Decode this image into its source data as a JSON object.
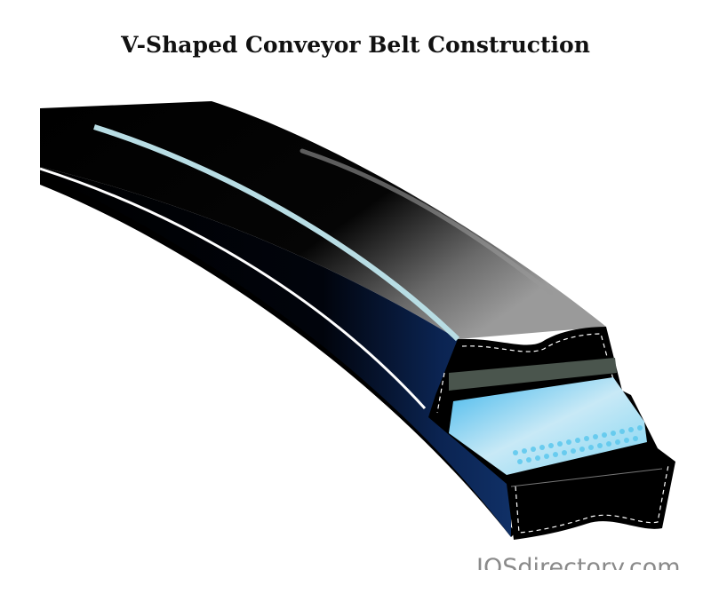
{
  "title": "V-Shaped Conveyor Belt Construction",
  "watermark": "IQSdirectory.com",
  "illustration": {
    "subject": "v-belt-cross-section",
    "layers": [
      "outer-rubber-jacket",
      "stitched-fabric-cover",
      "tension-band",
      "blue-tensile-cords",
      "compression-rubber-base"
    ],
    "colors": {
      "belt_body": "#000000",
      "belt_side_blue": "#0c2a5c",
      "highlight_stripe": "#b8dde4",
      "tension_band": "#4a554d",
      "cords": "#5cc8ee",
      "stitch": "#ffffff"
    }
  }
}
